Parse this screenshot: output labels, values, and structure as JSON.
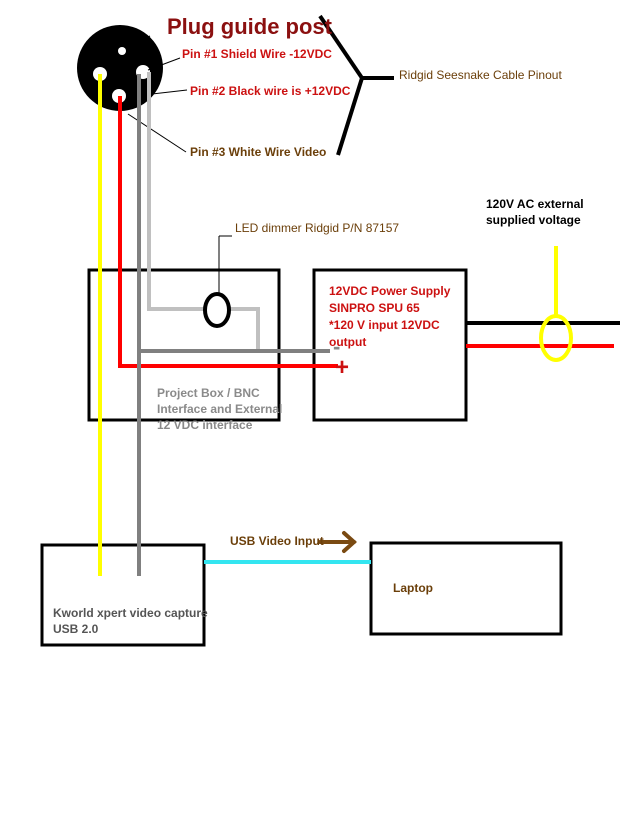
{
  "labels": {
    "plug_title": "Plug guide post",
    "pin1": "Pin #1 Shield Wire -12VDC",
    "pin2": "Pin #2 Black wire is +12VDC",
    "pin3": "Pin #3 White Wire Video",
    "cable_pinout": "Ridgid Seesnake Cable Pinout",
    "led_dimmer": "LED dimmer Ridgid P/N 87157",
    "ac_line1": "120V AC external",
    "ac_line2": "supplied voltage",
    "psu_line1": "12VDC Power Supply",
    "psu_line2": "SINPRO SPU 65",
    "psu_line3": "*120 V input 12VDC",
    "psu_line4": "output",
    "minus": "-",
    "plus": "+",
    "project_line1": "Project Box / BNC",
    "project_line2": "Interface and External",
    "project_line3": "12 VDC interface",
    "usb_input": "USB Video Input",
    "laptop": "Laptop",
    "kworld_line1": "Kworld xpert video capture",
    "kworld_line2": "USB 2.0"
  },
  "colors": {
    "yellow_wire": "#ffff00",
    "red_wire": "#ff0000",
    "gray_wire": "#808080",
    "light_gray_wire": "#c0c0c0",
    "usb_cable": "#33e5f0",
    "arrow": "#7a4a12",
    "title": "#8b1010"
  },
  "icons": {
    "plug": "connector-plug-icon",
    "arrow": "right-arrow-icon"
  }
}
